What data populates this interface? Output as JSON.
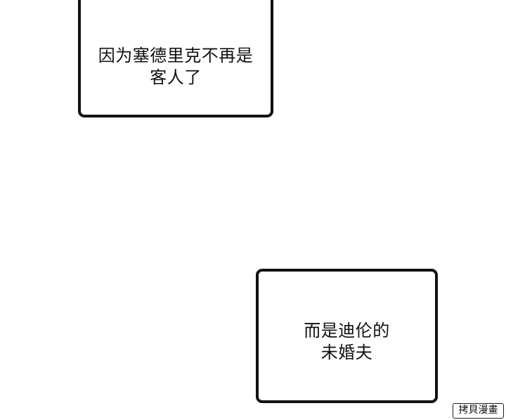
{
  "bubbles": {
    "top": {
      "line1": "因为塞德里克不再是",
      "line2": "客人了"
    },
    "bottom": {
      "line1": "而是迪伦的",
      "line2": "未婚夫"
    }
  },
  "watermark": {
    "text": "拷貝漫畫"
  },
  "colors": {
    "background": "#ffffff",
    "outline": "#111111",
    "text": "#111111"
  }
}
